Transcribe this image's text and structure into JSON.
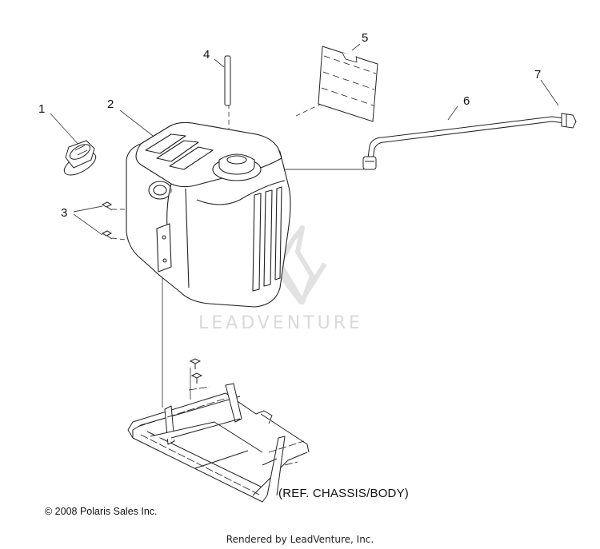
{
  "callouts": {
    "c1": "1",
    "c2": "2",
    "c3": "3",
    "c4": "4",
    "c5": "5",
    "c6": "6",
    "c7": "7"
  },
  "ref_note": "(REF. CHASSIS/BODY)",
  "copyright": "© 2008 Polaris Sales Inc.",
  "rendered_by": "Rendered by LeadVenture, Inc.",
  "watermark": "LEADVENTURE",
  "colors": {
    "line": "#222222",
    "leader": "#555555",
    "watermark": "#d9d9d9",
    "background": "#ffffff"
  }
}
